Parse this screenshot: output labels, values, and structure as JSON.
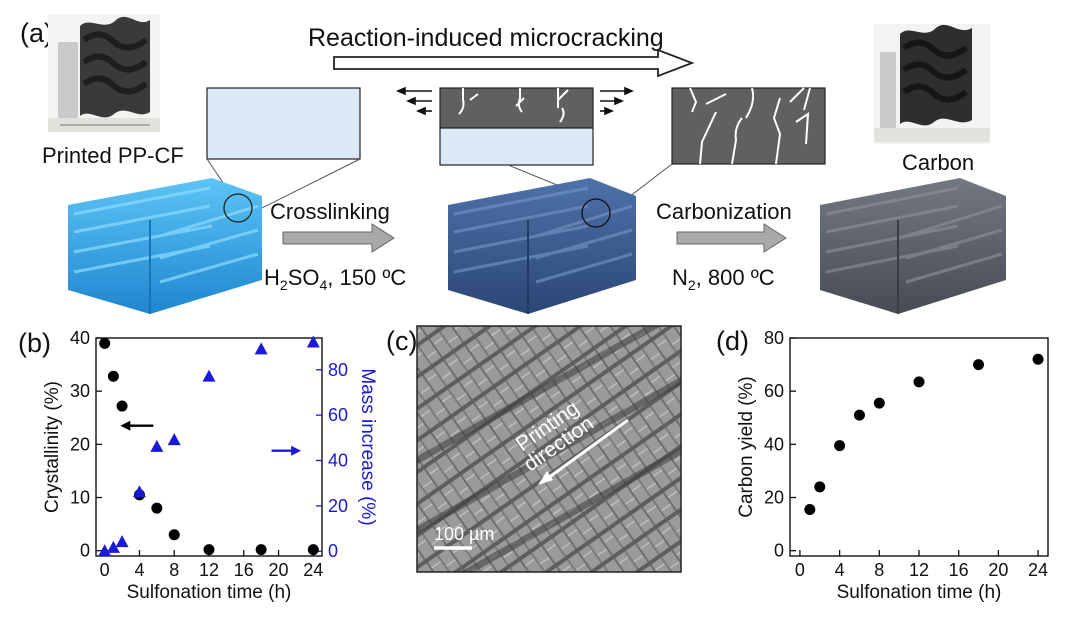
{
  "panels": {
    "a": {
      "letter": "(a)",
      "title": "Reaction-induced microcracking",
      "printed_label": "Printed PP-CF",
      "carbon_label": "Carbon",
      "step1": {
        "label": "Crosslinking",
        "cond_pre": "H",
        "cond_sub1": "2",
        "cond_mid": "SO",
        "cond_sub2": "4",
        "cond_post": ", 150 ºC"
      },
      "step2": {
        "label": "Carbonization",
        "cond_pre": "N",
        "cond_sub1": "2",
        "cond_post": ", 800 ºC"
      },
      "colors": {
        "printed": "#2f9fe0",
        "crosslinked": "#3a5b8e",
        "carbon": "#5a5f68",
        "crack_bg": "#606060",
        "box_fill": "#dbe8f5"
      }
    },
    "b": {
      "letter": "(b)"
    },
    "c": {
      "letter": "(c)",
      "annotation_line1": "Printing",
      "annotation_line2": "direction",
      "scalebar": "100 µm"
    },
    "d": {
      "letter": "(d)"
    }
  },
  "chart_data": [
    {
      "type": "scatter",
      "panel": "b",
      "xlabel": "Sulfonation time (h)",
      "ylabel": "Crystallinity (%)",
      "y2label": "Mass increase (%)",
      "xlim": [
        -1,
        25
      ],
      "ylim": [
        -1,
        40
      ],
      "y2lim": [
        -2.1,
        94
      ],
      "xticks": [
        "0",
        "4",
        "8",
        "12",
        "16",
        "20",
        "24"
      ],
      "xtick_values": [
        0,
        4,
        8,
        12,
        16,
        20,
        24
      ],
      "yticks": [
        "0",
        "10",
        "20",
        "30",
        "40"
      ],
      "ytick_values": [
        0,
        10,
        20,
        30,
        40
      ],
      "y2ticks": [
        "0",
        "20",
        "40",
        "60",
        "80"
      ],
      "y2tick_values": [
        0,
        20,
        40,
        60,
        80
      ],
      "series": [
        {
          "axis": "left",
          "marker": "circle",
          "color": "#000000",
          "x": [
            0,
            1,
            2,
            4,
            6,
            8,
            12,
            18,
            24
          ],
          "y": [
            39,
            32.8,
            27.2,
            10.5,
            8,
            3,
            0.2,
            0.2,
            0.2
          ]
        },
        {
          "axis": "right",
          "marker": "triangle",
          "color": "#1a1ad6",
          "x": [
            0,
            1,
            2,
            4,
            6,
            8,
            12,
            18,
            24
          ],
          "y": [
            0,
            1.5,
            4,
            26,
            46,
            49,
            77,
            89,
            92
          ]
        }
      ],
      "arrows": [
        {
          "direction": "left",
          "color": "#000000"
        },
        {
          "direction": "right",
          "color": "#1a1ad6"
        }
      ]
    },
    {
      "type": "scatter",
      "panel": "d",
      "xlabel": "Sulfonation time (h)",
      "ylabel": "Carbon yield (%)",
      "xlim": [
        -1,
        25
      ],
      "ylim": [
        -2,
        80
      ],
      "xticks": [
        "0",
        "4",
        "8",
        "12",
        "16",
        "20",
        "24"
      ],
      "xtick_values": [
        0,
        4,
        8,
        12,
        16,
        20,
        24
      ],
      "yticks": [
        "0",
        "20",
        "40",
        "60",
        "80"
      ],
      "ytick_values": [
        0,
        20,
        40,
        60,
        80
      ],
      "series": [
        {
          "marker": "circle",
          "color": "#000000",
          "x": [
            1,
            2,
            4,
            6,
            8,
            12,
            18,
            24
          ],
          "y": [
            15.5,
            24,
            39.5,
            51,
            55.5,
            63.5,
            70,
            72
          ]
        }
      ]
    }
  ]
}
